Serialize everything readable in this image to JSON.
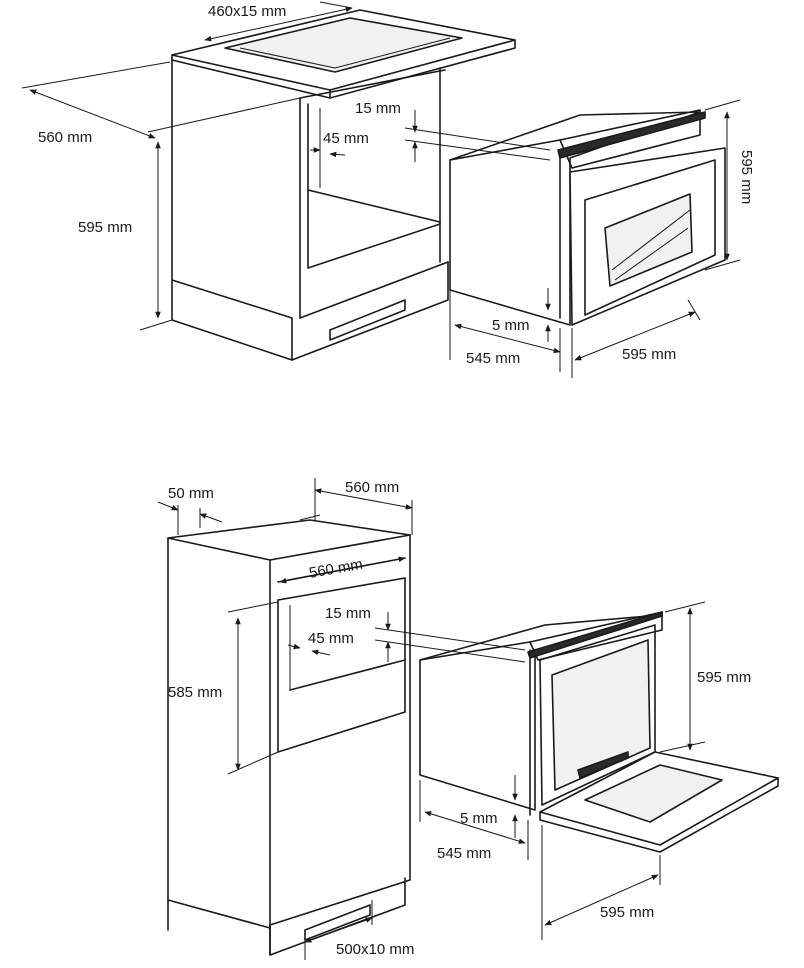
{
  "top_installation": {
    "labels": {
      "cutout": "460x15 mm",
      "depth": "560 mm",
      "height": "595 mm",
      "gap_top": "15 mm",
      "gap_side": "45 mm",
      "oven_height": "595 mm",
      "bottom_gap": "5 mm",
      "oven_depth": "545 mm",
      "oven_width": "595 mm"
    }
  },
  "bottom_installation": {
    "labels": {
      "side_gap": "50 mm",
      "depth": "560 mm",
      "inner_width": "560 mm",
      "gap_top": "15 mm",
      "gap_side": "45 mm",
      "height": "585 mm",
      "oven_height": "595 mm",
      "bottom_gap": "5 mm",
      "oven_depth": "545 mm",
      "oven_width": "595 mm",
      "vent": "500x10 mm"
    }
  },
  "colors": {
    "line": "#1a1a1a",
    "background": "#ffffff"
  }
}
